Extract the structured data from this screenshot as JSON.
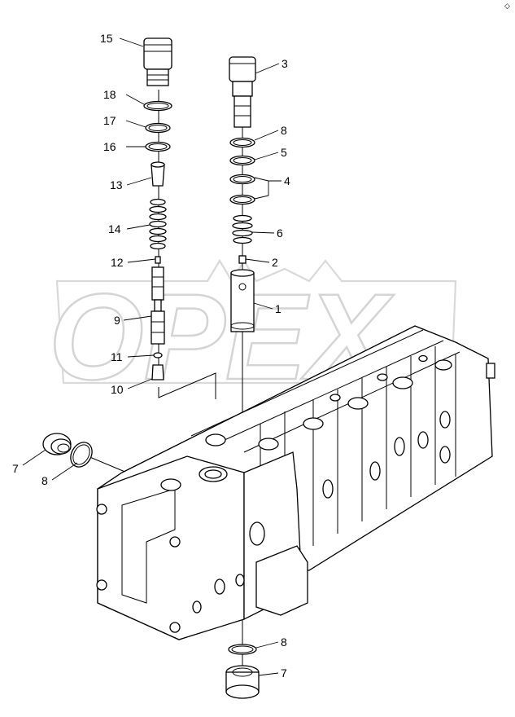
{
  "watermark": {
    "text": "OPEX"
  },
  "corner_mark": "◇",
  "callouts": [
    {
      "id": "c15",
      "label": "15"
    },
    {
      "id": "c18",
      "label": "18"
    },
    {
      "id": "c17",
      "label": "17"
    },
    {
      "id": "c16",
      "label": "16"
    },
    {
      "id": "c13",
      "label": "13"
    },
    {
      "id": "c14",
      "label": "14"
    },
    {
      "id": "c12",
      "label": "12"
    },
    {
      "id": "c9",
      "label": "9"
    },
    {
      "id": "c11",
      "label": "11"
    },
    {
      "id": "c10",
      "label": "10"
    },
    {
      "id": "c3",
      "label": "3"
    },
    {
      "id": "c8a",
      "label": "8"
    },
    {
      "id": "c5",
      "label": "5"
    },
    {
      "id": "c4",
      "label": "4"
    },
    {
      "id": "c6",
      "label": "6"
    },
    {
      "id": "c2",
      "label": "2"
    },
    {
      "id": "c1",
      "label": "1"
    },
    {
      "id": "c7a",
      "label": "7"
    },
    {
      "id": "c8b",
      "label": "8"
    },
    {
      "id": "c8c",
      "label": "8"
    },
    {
      "id": "c7b",
      "label": "7"
    }
  ]
}
